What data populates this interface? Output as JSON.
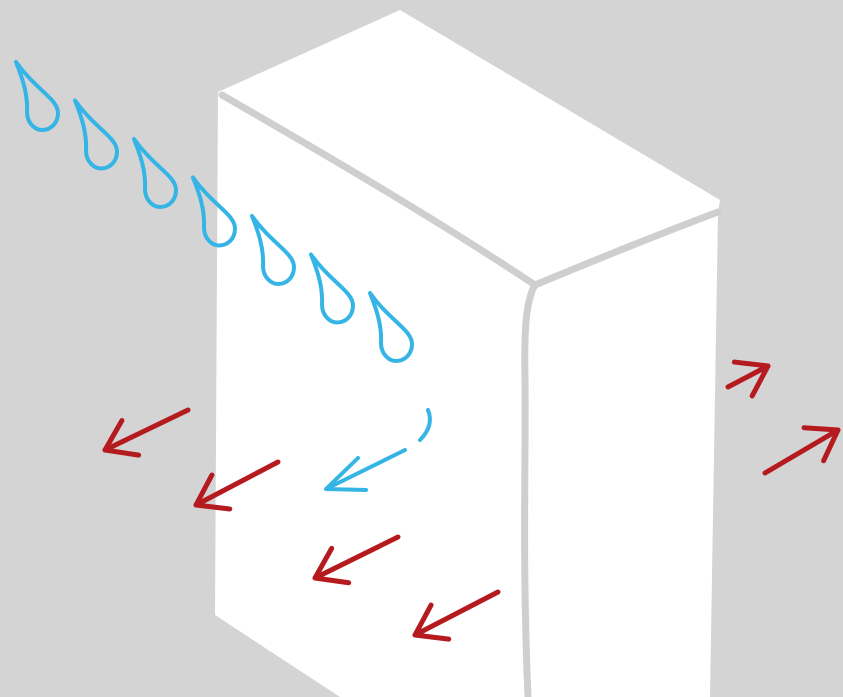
{
  "diagram": {
    "colors": {
      "background": "#d4d4d4",
      "block": "#ffffff",
      "block_edge": "#cfcfcf",
      "water": "#35b4e6",
      "arrow": "#b51a1e"
    },
    "elements": {
      "block": "rectangular-wall-block-icon",
      "water_drops": "water-drop-icon",
      "water_flow": "water-flow-arrow-icon",
      "heat_arrows": "heat-arrow-icon"
    },
    "counts": {
      "water_drops": 7,
      "inward_arrows": 4,
      "outward_arrows": 2
    }
  }
}
